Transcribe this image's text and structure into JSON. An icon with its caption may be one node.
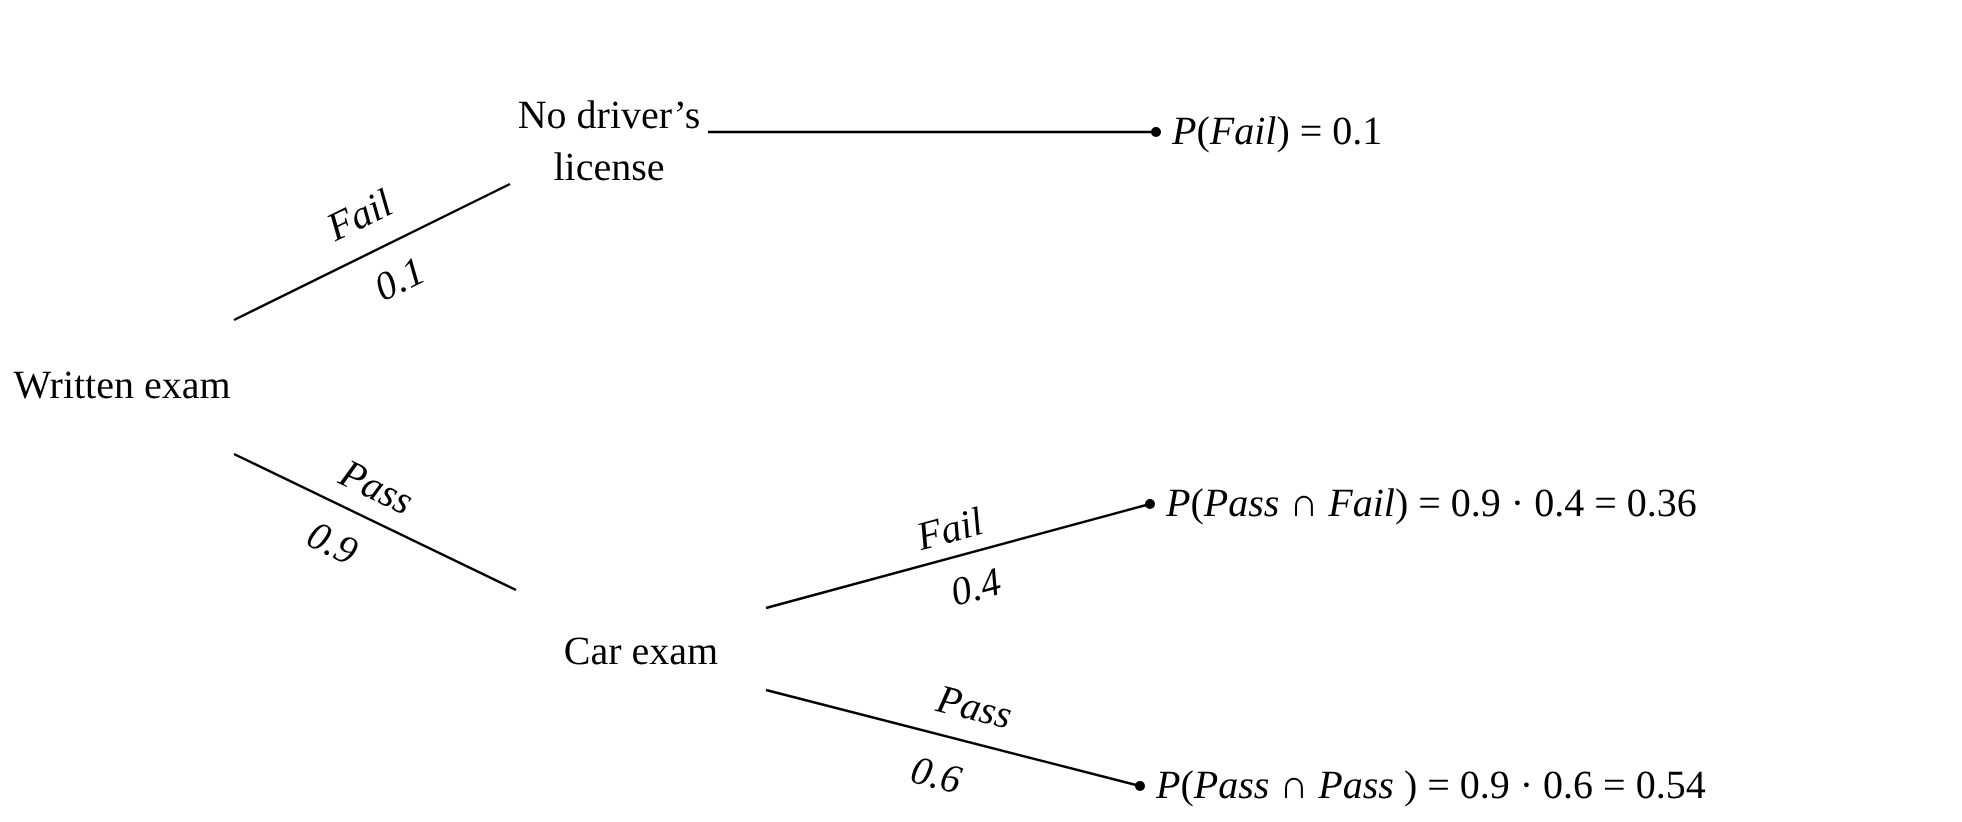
{
  "diagram": {
    "nodes": [
      {
        "text": [
          "Written exam"
        ]
      },
      {
        "text": [
          "No driver’s license"
        ]
      },
      {
        "text": [
          "Car exam"
        ]
      },
      {
        "text": [
          "*P*(*Fail*) = 0.1"
        ]
      },
      {
        "text": [
          "*P*(*Pass* ∩ *Fail*) = 0.9 · 0.4 = 0.36"
        ]
      },
      {
        "text": [
          "*P*(*Pass* ∩ *Pass* ) = 0.9 · 0.6 = 0.54"
        ]
      }
    ],
    "edges": [
      {
        "from": 0,
        "to": 1,
        "arrow": "none",
        "label": "Fail"
      },
      {
        "from": 0,
        "to": 2,
        "arrow": "none",
        "label": "Pass"
      },
      {
        "from": 1,
        "to": 3,
        "arrow": "other"
      },
      {
        "from": 2,
        "to": 4,
        "arrow": "other",
        "label": "Fail"
      },
      {
        "from": 2,
        "to": 5,
        "arrow": "other",
        "label": "Pass"
      }
    ],
    "labels": [
      "0.1",
      "0.9",
      "0.4",
      "0.6"
    ]
  }
}
